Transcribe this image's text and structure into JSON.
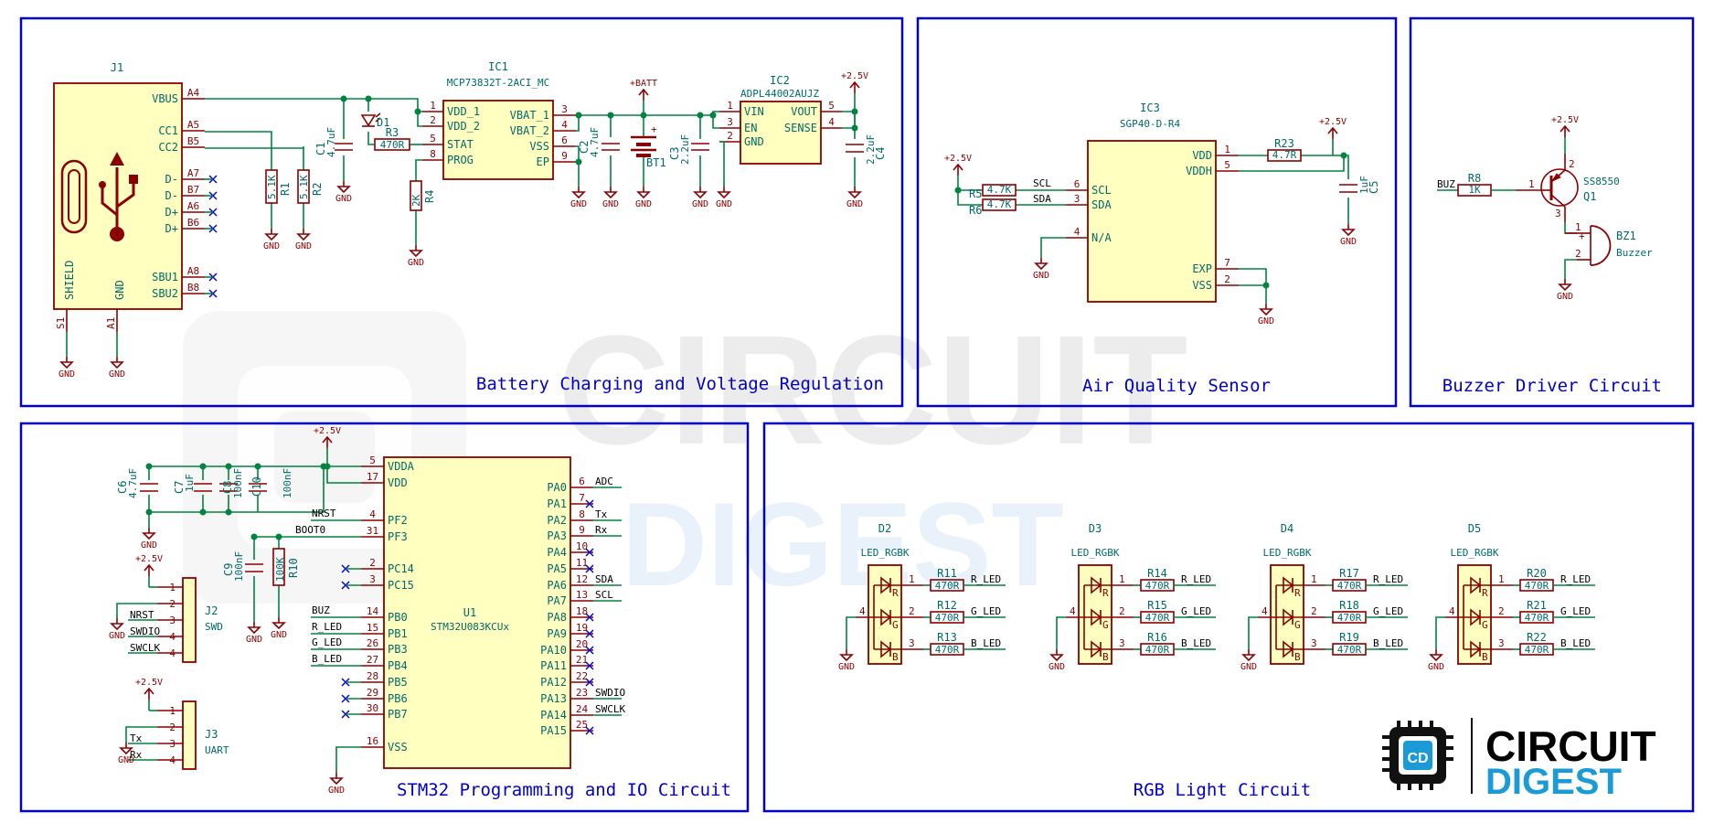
{
  "sections": {
    "battery": "Battery Charging and Voltage Regulation",
    "air": "Air Quality Sensor",
    "buzzer": "Buzzer Driver Circuit",
    "stm32": "STM32 Programming and IO Circuit",
    "rgb": "RGB Light Circuit"
  },
  "watermark": {
    "line1": "CIRCUIT",
    "line2": "DIGEST"
  },
  "logo": {
    "line1": "CIRCUIT",
    "line2": "DIGEST",
    "monogram": "CD",
    "brand_color": "#1a9ad6"
  },
  "power": {
    "vplus": "+2.5V",
    "vbatt": "+BATT",
    "gnd": "GND"
  },
  "j1": {
    "ref": "J1",
    "pins_left": [
      {
        "name": "VBUS",
        "num": "A4"
      },
      {
        "name": "CC1",
        "num": "A5"
      },
      {
        "name": "CC2",
        "num": "B5"
      },
      {
        "name": "D-",
        "num": "A7"
      },
      {
        "name": "D-",
        "num": "B7"
      },
      {
        "name": "D+",
        "num": "A6"
      },
      {
        "name": "D+",
        "num": "B6"
      },
      {
        "name": "SBU1",
        "num": "A8"
      },
      {
        "name": "SBU2",
        "num": "B8"
      }
    ],
    "shield": "SHIELD",
    "gndpin": "GND",
    "s1": "S1",
    "a1": "A1"
  },
  "ic1": {
    "ref": "IC1",
    "value": "MCP73832T-2ACI_MC",
    "left": [
      {
        "name": "VDD_1",
        "num": "1"
      },
      {
        "name": "VDD_2",
        "num": "2"
      },
      {
        "name": "STAT",
        "num": "5"
      },
      {
        "name": "PROG",
        "num": "8"
      }
    ],
    "right": [
      {
        "name": "VBAT_1",
        "num": "3"
      },
      {
        "name": "VBAT_2",
        "num": "4"
      },
      {
        "name": "VSS",
        "num": "6"
      },
      {
        "name": "EP",
        "num": "9"
      }
    ]
  },
  "ic2": {
    "ref": "IC2",
    "value": "ADPL44002AUJZ",
    "left": [
      {
        "name": "VIN",
        "num": "1"
      },
      {
        "name": "EN",
        "num": "3"
      },
      {
        "name": "GND",
        "num": "2"
      }
    ],
    "right": [
      {
        "name": "VOUT",
        "num": "5"
      },
      {
        "name": "SENSE",
        "num": "4"
      }
    ]
  },
  "ic3": {
    "ref": "IC3",
    "value": "SGP40-D-R4",
    "left": [
      {
        "name": "SCL",
        "num": "6"
      },
      {
        "name": "SDA",
        "num": "3"
      },
      {
        "name": "N/A",
        "num": "4"
      }
    ],
    "right": [
      {
        "name": "VDD",
        "num": "1"
      },
      {
        "name": "VDDH",
        "num": "5"
      },
      {
        "name": "EXP",
        "num": "7"
      },
      {
        "name": "VSS",
        "num": "2"
      }
    ]
  },
  "u1": {
    "ref": "U1",
    "value": "STM32U083KCUx",
    "left": [
      {
        "name": "VDDA",
        "num": "5"
      },
      {
        "name": "VDD",
        "num": "17"
      },
      {
        "name": "PF2",
        "num": "4"
      },
      {
        "name": "PF3",
        "num": "31"
      },
      {
        "name": "PC14",
        "num": "2"
      },
      {
        "name": "PC15",
        "num": "3"
      },
      {
        "name": "PB0",
        "num": "14"
      },
      {
        "name": "PB1",
        "num": "15"
      },
      {
        "name": "PB3",
        "num": "26"
      },
      {
        "name": "PB4",
        "num": "27"
      },
      {
        "name": "PB5",
        "num": "28"
      },
      {
        "name": "PB6",
        "num": "29"
      },
      {
        "name": "PB7",
        "num": "30"
      },
      {
        "name": "VSS",
        "num": "16"
      }
    ],
    "right": [
      {
        "name": "PA0",
        "num": "6",
        "net": "ADC"
      },
      {
        "name": "PA1",
        "num": "7",
        "net": ""
      },
      {
        "name": "PA2",
        "num": "8",
        "net": "Tx"
      },
      {
        "name": "PA3",
        "num": "9",
        "net": "Rx"
      },
      {
        "name": "PA4",
        "num": "10",
        "net": ""
      },
      {
        "name": "PA5",
        "num": "11",
        "net": ""
      },
      {
        "name": "PA6",
        "num": "12",
        "net": "SDA"
      },
      {
        "name": "PA7",
        "num": "13",
        "net": "SCL"
      },
      {
        "name": "PA8",
        "num": "18",
        "net": ""
      },
      {
        "name": "PA9",
        "num": "19",
        "net": ""
      },
      {
        "name": "PA10",
        "num": "20",
        "net": ""
      },
      {
        "name": "PA11",
        "num": "21",
        "net": ""
      },
      {
        "name": "PA12",
        "num": "22",
        "net": ""
      },
      {
        "name": "PA13",
        "num": "23",
        "net": "SWDIO"
      },
      {
        "name": "PA14",
        "num": "24",
        "net": "SWCLK"
      },
      {
        "name": "PA15",
        "num": "25",
        "net": ""
      }
    ],
    "left_nets": [
      "NRST",
      "BOOT0",
      "BUZ",
      "R_LED",
      "G_LED",
      "B_LED"
    ]
  },
  "passives": {
    "R1": {
      "ref": "R1",
      "value": "5.1K"
    },
    "R2": {
      "ref": "R2",
      "value": "5.1K"
    },
    "R3": {
      "ref": "R3",
      "value": "470R"
    },
    "R4": {
      "ref": "R4",
      "value": "2K"
    },
    "R5": {
      "ref": "R5",
      "value": "4.7K"
    },
    "R6": {
      "ref": "R6",
      "value": "4.7K"
    },
    "R8": {
      "ref": "R8",
      "value": "1K"
    },
    "R10": {
      "ref": "R10",
      "value": "100K"
    },
    "R23": {
      "ref": "R23",
      "value": "4.7R"
    },
    "C1": {
      "ref": "C1",
      "value": "4.7uF"
    },
    "C2": {
      "ref": "C2",
      "value": "4.7uF"
    },
    "C3": {
      "ref": "C3",
      "value": "2.2uF"
    },
    "C4": {
      "ref": "C4",
      "value": "2.2uF"
    },
    "C5": {
      "ref": "C5",
      "value": "1uF"
    },
    "C6": {
      "ref": "C6",
      "value": "4.7uF"
    },
    "C7": {
      "ref": "C7",
      "value": "1uF"
    },
    "C8": {
      "ref": "C8",
      "value": "100nF"
    },
    "C9": {
      "ref": "C9",
      "value": "100nF"
    },
    "C10": {
      "ref": "C10",
      "value": "100nF"
    },
    "D1": {
      "ref": "D1"
    },
    "BT1": {
      "ref": "BT1"
    }
  },
  "q1": {
    "ref": "Q1",
    "value": "SS8550",
    "pins": [
      "1",
      "2",
      "3"
    ]
  },
  "bz1": {
    "ref": "BZ1",
    "value": "Buzzer",
    "plus": "+"
  },
  "nets": {
    "scl": "SCL",
    "sda": "SDA",
    "buz": "BUZ"
  },
  "j2": {
    "ref": "J2",
    "value": "SWD",
    "nets": [
      "",
      "",
      "NRST",
      "SWDIO",
      "SWCLK"
    ]
  },
  "j3": {
    "ref": "J3",
    "value": "UART",
    "nets": [
      "",
      "",
      "Tx",
      "Rx"
    ]
  },
  "leds": [
    {
      "ref": "D2",
      "value": "LED_RGBK",
      "res": [
        "R11",
        "R12",
        "R13"
      ]
    },
    {
      "ref": "D3",
      "value": "LED_RGBK",
      "res": [
        "R14",
        "R15",
        "R16"
      ]
    },
    {
      "ref": "D4",
      "value": "LED_RGBK",
      "res": [
        "R17",
        "R18",
        "R19"
      ]
    },
    {
      "ref": "D5",
      "value": "LED_RGBK",
      "res": [
        "R20",
        "R21",
        "R22"
      ]
    }
  ],
  "led_common": {
    "value": "470R",
    "nets": [
      "R_LED",
      "G_LED",
      "B_LED"
    ],
    "letters": [
      "R",
      "G",
      "B"
    ],
    "pins": [
      "1",
      "2",
      "3",
      "4"
    ]
  }
}
